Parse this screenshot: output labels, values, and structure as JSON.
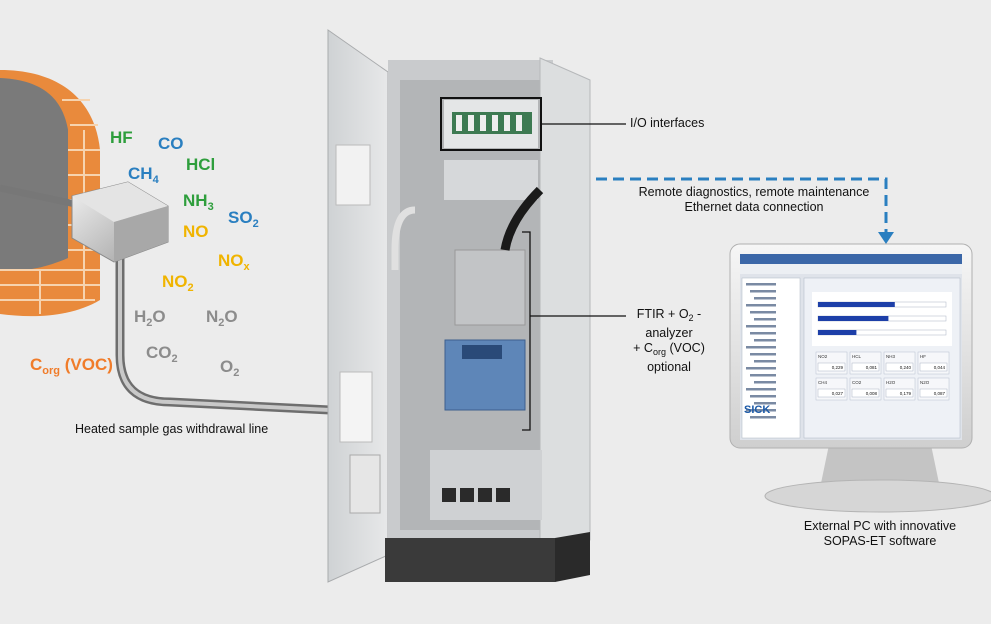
{
  "colors": {
    "green": "#2e9e3c",
    "blue": "#2a7fc0",
    "yellow": "#f0b400",
    "gray": "#8c8c8c",
    "orange": "#f07c2a",
    "link_blue": "#2a7fc0",
    "sick_blue": "#1c5aa8"
  },
  "gases": {
    "hf": "HF",
    "co": "CO",
    "hcl": "HCl",
    "ch": "CH",
    "ch_sub": "4",
    "nh": "NH",
    "nh_sub": "3",
    "so": "SO",
    "so_sub": "2",
    "no": "NO",
    "nox": "NO",
    "nox_sub": "x",
    "no2": "NO",
    "no2_sub": "2",
    "h": "H",
    "h2o_sub": "2",
    "h2o_o": "O",
    "n": "N",
    "n2o_sub": "2",
    "n2o_o": "O",
    "co2": "CO",
    "co2_sub": "2",
    "o": "O",
    "o2_sub": "2",
    "corg": "C",
    "corg_sub": "org",
    "corg_suffix": " (VOC)"
  },
  "labels": {
    "io": "I/O interfaces",
    "remote_line1": "Remote diagnostics, remote maintenance",
    "remote_line2": "Ethernet data connection",
    "ftir_prefix": "FTIR + O",
    "ftir_o2_sub": "2",
    "ftir_suffix": " -",
    "ftir_line2": "analyzer",
    "ftir_line3_prefix": "+ C",
    "ftir_line3_sub": "org",
    "ftir_line3_suffix": " (VOC)",
    "ftir_line4": "optional",
    "heated_line": "Heated sample gas withdrawal line",
    "pc_line1": "External PC with innovative",
    "pc_line2": "SOPAS-ET software"
  },
  "screen": {
    "logo": "SICK",
    "tiles": [
      {
        "name": "NO2",
        "value": "0,229"
      },
      {
        "name": "HCL",
        "value": "0,081"
      },
      {
        "name": "NH3",
        "value": "0,240"
      },
      {
        "name": "HF",
        "value": "0,044"
      },
      {
        "name": "CH4",
        "value": "0,027"
      },
      {
        "name": "CO2",
        "value": "0,008"
      },
      {
        "name": "H2O",
        "value": "0,179"
      },
      {
        "name": "N2O",
        "value": "0,087"
      }
    ],
    "bars": [
      0.6,
      0.55,
      0.3
    ]
  }
}
